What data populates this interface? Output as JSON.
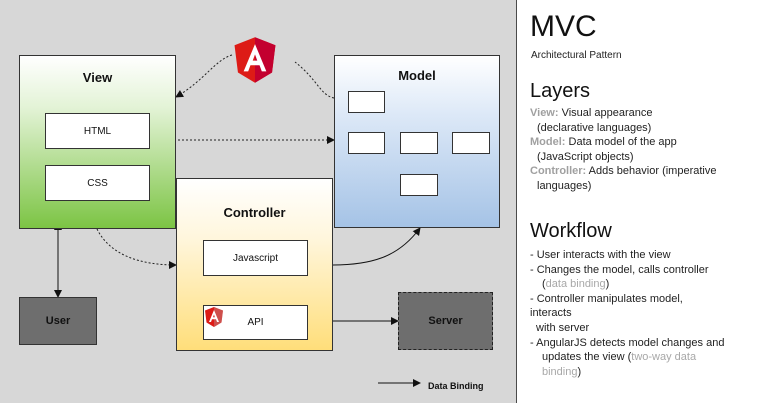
{
  "diagram": {
    "view": {
      "title": "View",
      "items": [
        "HTML",
        "CSS"
      ]
    },
    "model": {
      "title": "Model"
    },
    "controller": {
      "title": "Controller",
      "items": [
        "Javascript",
        "API"
      ]
    },
    "user": {
      "label": "User"
    },
    "server": {
      "label": "Server"
    },
    "legend": {
      "label": "Data Binding"
    },
    "logo": "angularjs-logo",
    "colors": {
      "view": "#7cc444",
      "model": "#a5c3e6",
      "controller": "#ffde7a",
      "angular_red": "#dd1b16",
      "background": "#d7d7d7"
    }
  },
  "panel": {
    "title": "MVC",
    "subtitle": "Architectural Pattern",
    "layers": {
      "heading": "Layers",
      "items": [
        {
          "term": "View:",
          "line1": " Visual appearance",
          "line2": "(declarative languages)"
        },
        {
          "term": "Model:",
          "line1": " Data model of the app",
          "line2": "(JavaScript objects)"
        },
        {
          "term": "Controller:",
          "line1": " Adds behavior (imperative",
          "line2": "languages)"
        }
      ]
    },
    "workflow": {
      "heading": "Workflow",
      "lines": [
        {
          "text": "-  User interacts with the view"
        },
        {
          "text": "-  Changes the model, calls controller"
        },
        {
          "text": "(",
          "hl": "data binding",
          "after": ")",
          "indent": true
        },
        {
          "text": "-  Controller manipulates model,"
        },
        {
          "text": "interacts"
        },
        {
          "text": "with server",
          "indent_small": true
        },
        {
          "text": "-  AngularJS detects model changes and"
        },
        {
          "text": "updates the view (",
          "hl": "two-way data",
          "indent": true
        },
        {
          "text": "",
          "hl": "binding",
          "after": ")",
          "indent": true
        }
      ]
    }
  }
}
